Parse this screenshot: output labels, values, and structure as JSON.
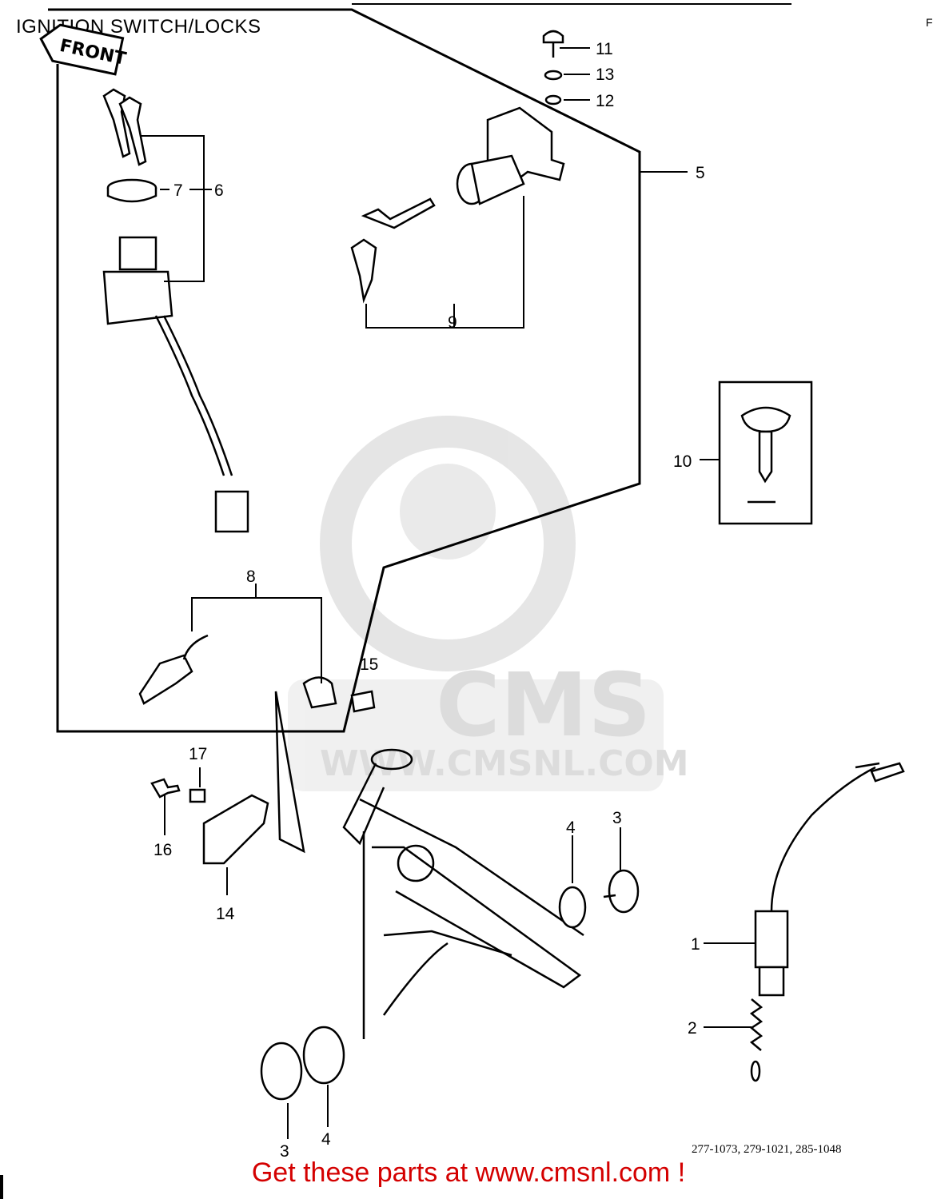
{
  "header": {
    "title": "IGNITION SWITCH/LOCKS",
    "corner_mark": "F"
  },
  "front_arrow": {
    "label": "FRONT"
  },
  "watermark": {
    "brand": "CMS",
    "site": "WWW.CMSNL.COM"
  },
  "callouts": {
    "c1": "1",
    "c2": "2",
    "c3a": "3",
    "c3b": "3",
    "c4a": "4",
    "c4b": "4",
    "c5": "5",
    "c6": "6",
    "c7": "7",
    "c8": "8",
    "c9": "9",
    "c10": "10",
    "c11": "11",
    "c12": "12",
    "c13": "13",
    "c14": "14",
    "c15": "15",
    "c16": "16",
    "c17": "17"
  },
  "footer": {
    "catalog_codes": "277-1073, 279-1021, 285-1048",
    "link_text": "Get these parts at www.cmsnl.com !"
  }
}
